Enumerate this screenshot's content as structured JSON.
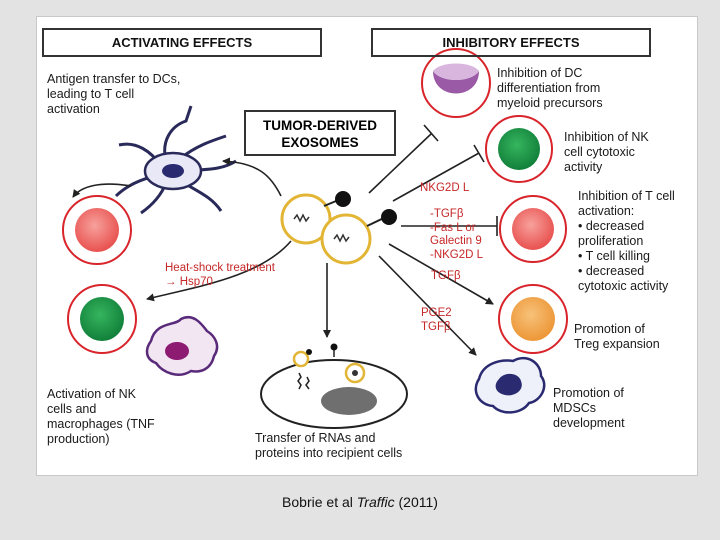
{
  "headers": {
    "activating": "ACTIVATING EFFECTS",
    "inhibitory": "INHIBITORY EFFECTS"
  },
  "center_title": "TUMOR-DERIVED\nEXOSOMES",
  "labels": {
    "antigen_transfer": "Antigen transfer to DCs,\nleading to T cell\nactivation",
    "dc_inhibition": "Inhibition of DC\ndifferentiation from\nmyeloid precursors",
    "nk_inhibition": "Inhibition of NK\ncell cytotoxic\nactivity",
    "t_cell_inhibition": "Inhibition of T cell\nactivation:\n• decreased\nproliferation\n• T cell killing\n• decreased\ncytotoxic activity",
    "treg": "Promotion of\nTreg expansion",
    "mdsc": "Promotion of\nMDSCs\ndevelopment",
    "nk_activation": "Activation of NK\ncells and\nmacrophages (TNF\nproduction)",
    "rna_transfer": "Transfer of RNAs and\nproteins into recipient cells"
  },
  "red_labels": {
    "heat_shock": "Heat-shock treatment\n→ Hsp70",
    "nkg2d": "NKG2D L",
    "tcell_factors": "-TGFβ\n-Fas L or\nGalectin 9\n-NKG2D L",
    "tgfb": "TGFβ",
    "pge2": "PGE2\nTGFβ"
  },
  "citation": {
    "authors": "Bobrie et al ",
    "journal": "Traffic",
    "year": " (2011)"
  },
  "colors": {
    "cell_outline_red": "#d8242a",
    "t_cell_fill": "#ef6a68",
    "nk_cell_fill": "#1e9645",
    "dc_fill": "#9b5aa6",
    "treg_fill": "#f0a045",
    "exosome_ring": "#e3b535",
    "macrophage_nucleus": "#8e1b72",
    "mdsc_nucleus": "#2a2a70",
    "title_red": "#c62828"
  }
}
